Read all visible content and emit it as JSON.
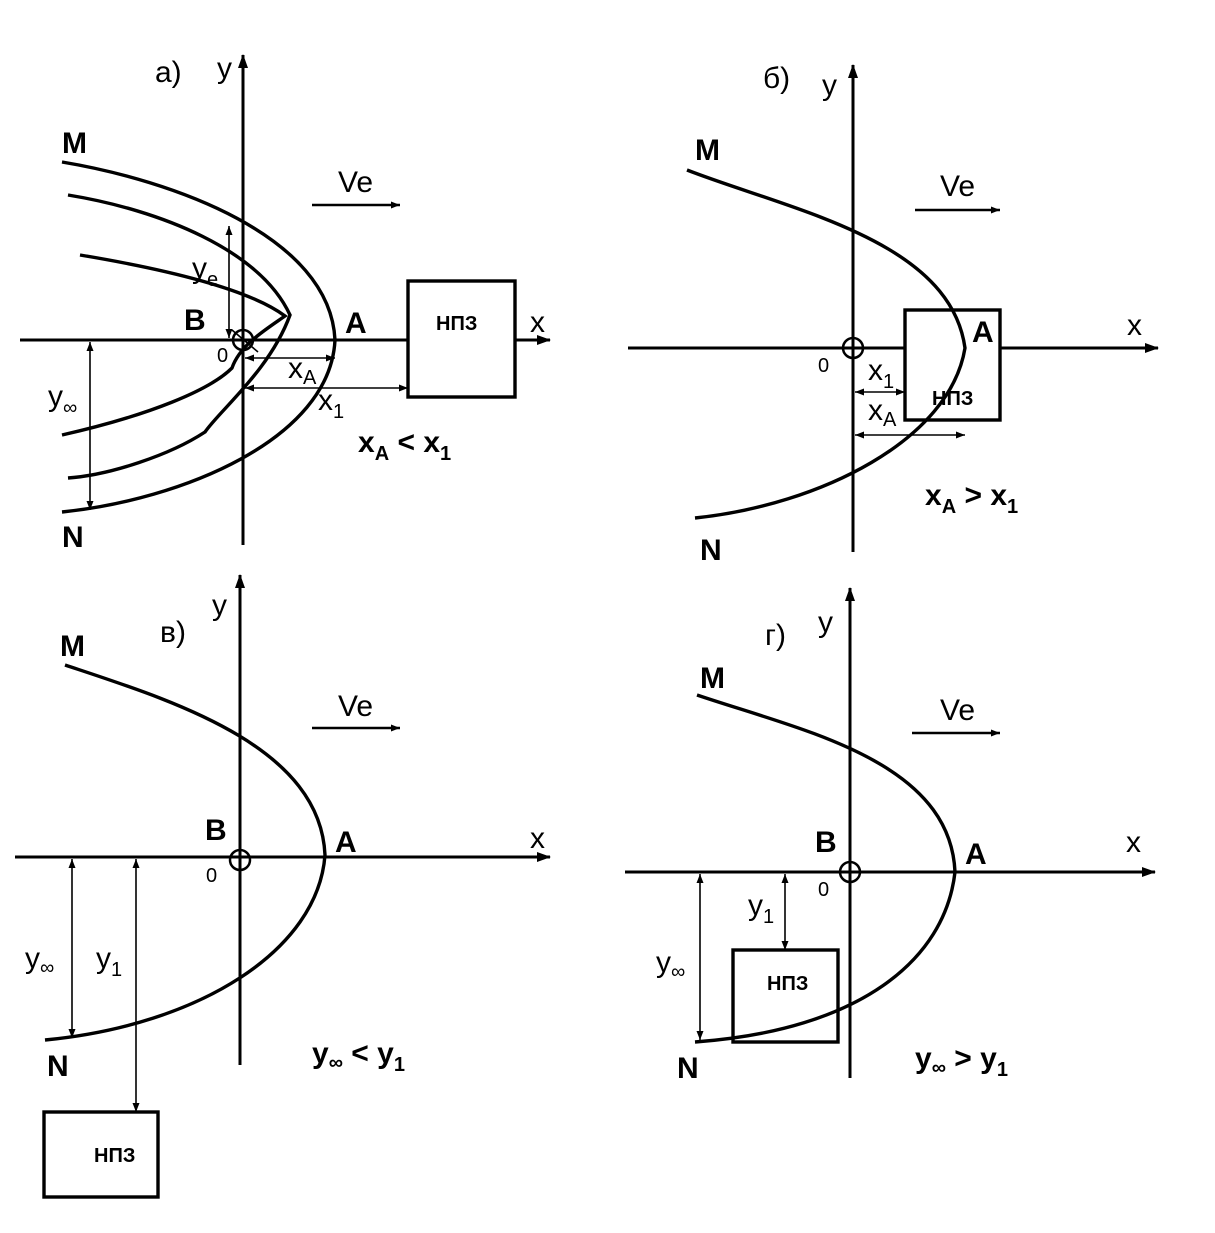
{
  "panels": {
    "a": {
      "label": "а)",
      "x_axis": "x",
      "y_axis": "y",
      "origin": "0",
      "point_b": "B",
      "point_a": "A",
      "curve_start": "M",
      "curve_end": "N",
      "velocity": "Ve",
      "zone": "НПЗ",
      "dim_ye": "y",
      "dim_ye_sub": "e",
      "dim_yinf": "y",
      "dim_yinf_sub": "∞",
      "dim_xa": "x",
      "dim_xa_sub": "A",
      "dim_x1": "x",
      "dim_x1_sub": "1",
      "condition": "x",
      "condition_sub1": "A",
      "condition_op": " < x",
      "condition_sub2": "1"
    },
    "b": {
      "label": "б)",
      "x_axis": "x",
      "y_axis": "y",
      "origin": "0",
      "point_a": "A",
      "curve_start": "M",
      "curve_end": "N",
      "velocity": "Ve",
      "zone": "НПЗ",
      "dim_x1": "x",
      "dim_x1_sub": "1",
      "dim_xa": "x",
      "dim_xa_sub": "A",
      "condition": "x",
      "condition_sub1": "A",
      "condition_op": " > x",
      "condition_sub2": "1"
    },
    "c": {
      "label": "в)",
      "x_axis": "x",
      "y_axis": "y",
      "origin": "0",
      "point_b": "B",
      "point_a": "A",
      "curve_start": "M",
      "curve_end": "N",
      "velocity": "Ve",
      "zone": "НПЗ",
      "dim_yinf": "y",
      "dim_yinf_sub": "∞",
      "dim_y1": "y",
      "dim_y1_sub": "1",
      "condition": "y",
      "condition_sub1": "∞",
      "condition_op": " < y",
      "condition_sub2": "1"
    },
    "d": {
      "label": "г)",
      "x_axis": "x",
      "y_axis": "y",
      "origin": "0",
      "point_b": "B",
      "point_a": "A",
      "curve_start": "M",
      "curve_end": "N",
      "velocity": "Ve",
      "zone": "НПЗ",
      "dim_y1": "y",
      "dim_y1_sub": "1",
      "dim_yinf": "y",
      "dim_yinf_sub": "∞",
      "condition": "y",
      "condition_sub1": "∞",
      "condition_op": " > y",
      "condition_sub2": "1"
    }
  }
}
